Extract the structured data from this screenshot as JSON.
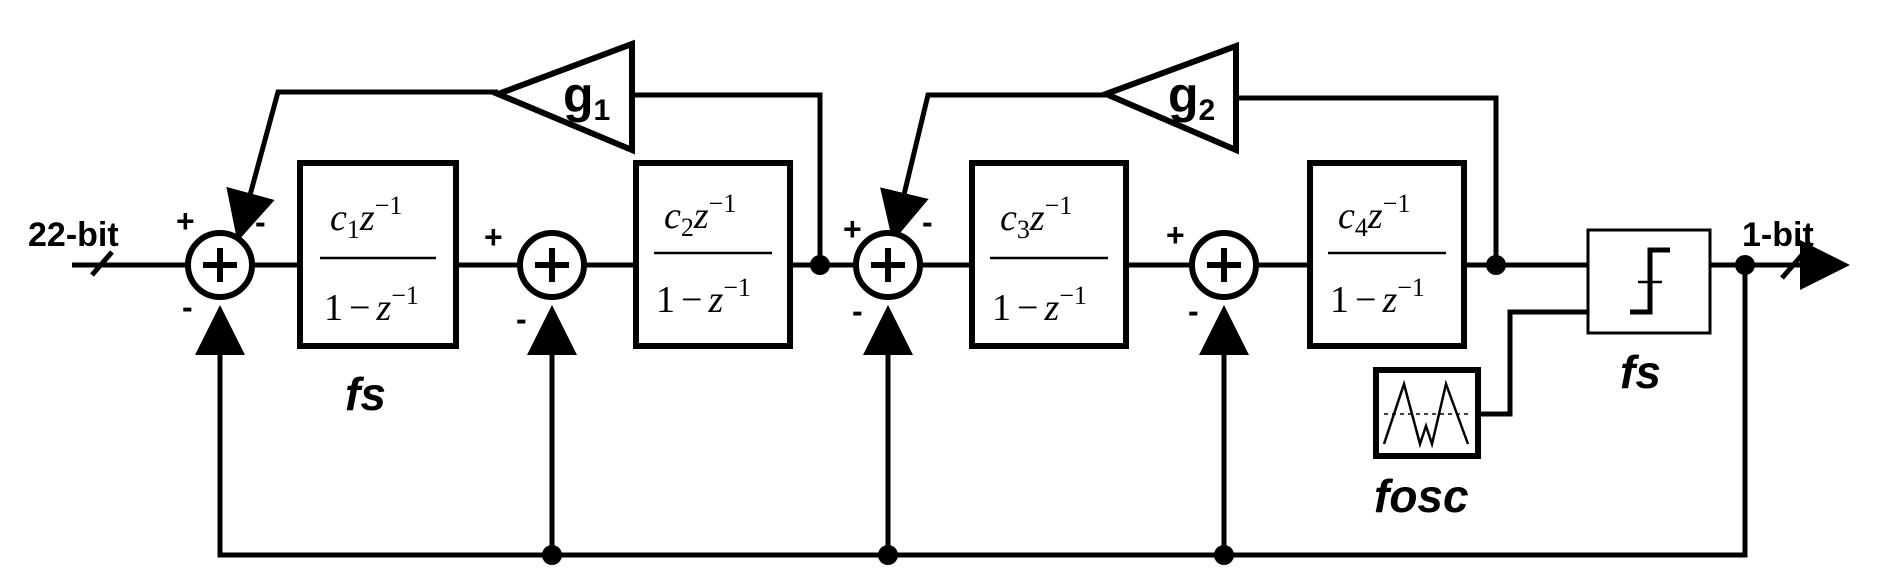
{
  "input_label": "22-bit",
  "output_label": "1-bit",
  "gains": [
    {
      "symbol": "g",
      "subscript": "1"
    },
    {
      "symbol": "g",
      "subscript": "2"
    }
  ],
  "integrators": [
    {
      "coef": "c",
      "sub": "1",
      "z": "z",
      "exp": "−1",
      "one": "1",
      "minus": "−"
    },
    {
      "coef": "c",
      "sub": "2",
      "z": "z",
      "exp": "−1",
      "one": "1",
      "minus": "−"
    },
    {
      "coef": "c",
      "sub": "3",
      "z": "z",
      "exp": "−1",
      "one": "1",
      "minus": "−"
    },
    {
      "coef": "c",
      "sub": "4",
      "z": "z",
      "exp": "−1",
      "one": "1",
      "minus": "−"
    }
  ],
  "clock_labels": {
    "integrator": "fs",
    "quantizer": "fs",
    "oscillator": "fosc"
  },
  "signs": {
    "plus": "+",
    "minus": "-"
  }
}
